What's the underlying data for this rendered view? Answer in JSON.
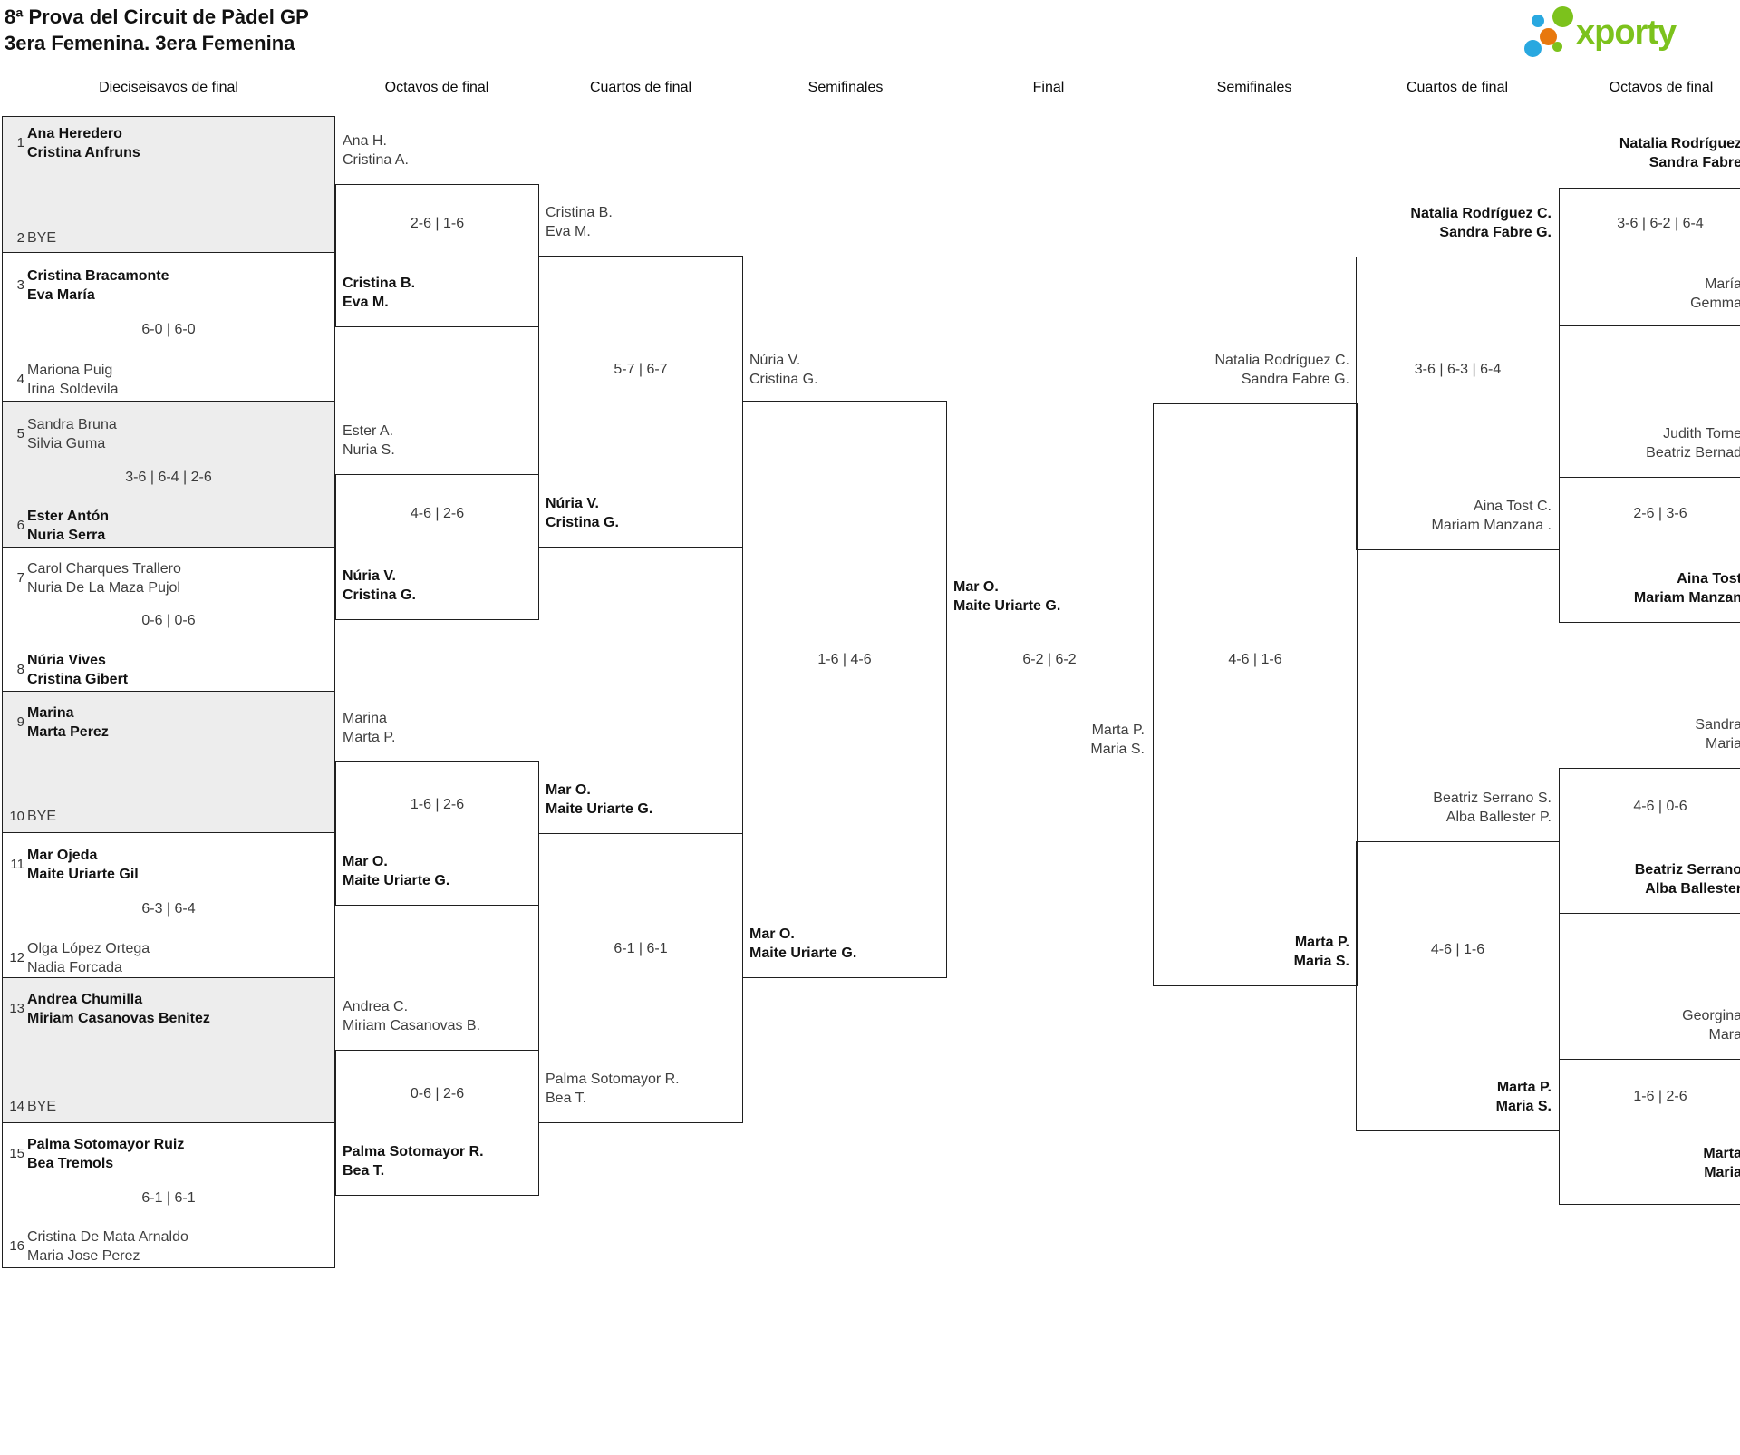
{
  "title": "8ª Prova del Circuit de Pàdel GP\n3era Femenina. 3era Femenina",
  "logo": {
    "text": "xporty",
    "green": "#7cc21c",
    "blue": "#29a8e0",
    "orange": "#e8780d"
  },
  "columns": [
    "Dieciseisavos de final",
    "Octavos de final",
    "Cuartos de final",
    "Semifinales",
    "Final",
    "Semifinales",
    "Cuartos de final",
    "Octavos de final"
  ],
  "seeds": [
    {
      "n": "1",
      "name": "Ana Heredero\nCristina Anfruns"
    },
    {
      "n": "2",
      "name": "BYE"
    },
    {
      "n": "3",
      "name": "Cristina Bracamonte\nEva María"
    },
    {
      "n": "4",
      "name": "Mariona Puig\nIrina Soldevila"
    },
    {
      "n": "5",
      "name": "Sandra Bruna\nSilvia Guma"
    },
    {
      "n": "6",
      "name": "Ester Antón\nNuria Serra"
    },
    {
      "n": "7",
      "name": "Carol Charques Trallero\nNuria De La Maza Pujol"
    },
    {
      "n": "8",
      "name": "Núria Vives\nCristina Gibert"
    },
    {
      "n": "9",
      "name": "Marina\nMarta Perez"
    },
    {
      "n": "10",
      "name": "BYE"
    },
    {
      "n": "11",
      "name": "Mar Ojeda\nMaite Uriarte Gil"
    },
    {
      "n": "12",
      "name": "Olga López Ortega\nNadia Forcada"
    },
    {
      "n": "13",
      "name": "Andrea Chumilla\nMiriam Casanovas Benitez"
    },
    {
      "n": "14",
      "name": "BYE"
    },
    {
      "n": "15",
      "name": "Palma Sotomayor Ruiz\nBea Tremols"
    },
    {
      "n": "16",
      "name": "Cristina De Mata Arnaldo\nMaria Jose Perez"
    }
  ],
  "r32_scores": [
    "6-0 | 6-0",
    "3-6 | 6-4 | 2-6",
    "0-6 | 0-6",
    "6-3 | 6-4",
    "6-1 | 6-1"
  ],
  "ol": [
    {
      "t1": "Ana H.\nCristina A.",
      "t2": "Cristina B.\nEva M.",
      "score": "2-6 | 1-6"
    },
    {
      "t1": "Ester A.\nNuria S.",
      "t2": "Núria V.\nCristina G.",
      "score": "4-6 | 2-6"
    },
    {
      "t1": "Marina\nMarta P.",
      "t2": "Mar O.\nMaite Uriarte G.",
      "score": "1-6 | 2-6"
    },
    {
      "t1": "Andrea C.\nMiriam Casanovas B.",
      "t2": "Palma Sotomayor R.\nBea T.",
      "score": "0-6 | 2-6"
    }
  ],
  "cl": [
    {
      "t1": "Cristina B.\nEva M.",
      "t2": "Núria V.\nCristina G.",
      "score": "5-7 | 6-7"
    },
    {
      "t1": "Mar O.\nMaite Uriarte G.",
      "t2": "Palma Sotomayor R.\nBea T.",
      "score": "6-1 | 6-1"
    }
  ],
  "sl": {
    "t1": "Núria V.\nCristina G.",
    "t2": "Mar O.\nMaite Uriarte G.",
    "score": "1-6 | 4-6"
  },
  "final": {
    "t1": "Mar O.\nMaite Uriarte G.",
    "t2": "Marta P.\nMaria S.",
    "score": "6-2 | 6-2"
  },
  "sr": {
    "t1": "Natalia Rodríguez C.\nSandra Fabre G.",
    "t2": "Marta P.\nMaria S.",
    "score": "4-6 | 1-6"
  },
  "cr": [
    {
      "t1": "Natalia Rodríguez C.\nSandra Fabre G.",
      "t2": "Aina Tost C.\nMariam Manzana .",
      "score": "3-6 | 6-3 | 6-4"
    },
    {
      "t1": "Beatriz Serrano S.\nAlba Ballester P.",
      "t2": "Marta P.\nMaria S.",
      "score": "4-6 | 1-6"
    }
  ],
  "or": [
    {
      "t1": "Natalia Rodríguez\nSandra Fabre",
      "t2": "María\nGemma",
      "score": "3-6 | 6-2 | 6-4"
    },
    {
      "t1": "Judith Torne\nBeatriz Bernad",
      "t2": "Aina Tost\nMariam Manzan",
      "score": "2-6 | 3-6"
    },
    {
      "t1": "Sandra\nMaria",
      "t2": "Beatriz Serrano\nAlba Ballester",
      "score": "4-6 | 0-6"
    },
    {
      "t1": "Georgina\nMara",
      "t2": "Marta\nMaria",
      "score": "1-6 | 2-6"
    }
  ]
}
